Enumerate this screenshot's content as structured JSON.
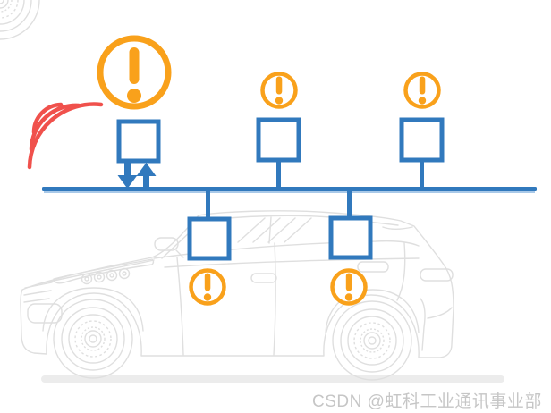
{
  "colors": {
    "blue": "#3179BD",
    "blue-light": "#A9C9E8",
    "orange": "#F9A11B",
    "red": "#F0514C",
    "car": "#DFDFDF",
    "shadow": "#ECECEC",
    "watermark": "#C6C6C6",
    "background": "#FFFFFF"
  },
  "diagram": {
    "alt": "In-vehicle network bus with five ECU nodes on a car silhouette; warning icons mark compromised nodes and a wireless signal targets the node with bidirectional bus arrows",
    "bus": {
      "id": "vehicle-network-bus"
    },
    "nodes": [
      {
        "id": "ecu-top-1",
        "side": "top",
        "warning": "large",
        "bidirectional_arrows": true,
        "wireless_signal": true
      },
      {
        "id": "ecu-top-2",
        "side": "top",
        "warning": "small"
      },
      {
        "id": "ecu-top-3",
        "side": "top",
        "warning": "small"
      },
      {
        "id": "ecu-bottom-1",
        "side": "bottom",
        "warning": "small"
      },
      {
        "id": "ecu-bottom-2",
        "side": "bottom",
        "warning": "small"
      }
    ],
    "icons": [
      "warning-icon",
      "wireless-signal-icon",
      "down-arrow-icon",
      "up-arrow-icon",
      "car-illustration"
    ]
  },
  "watermark": {
    "text": "CSDN @虹科工业通讯事业部"
  }
}
